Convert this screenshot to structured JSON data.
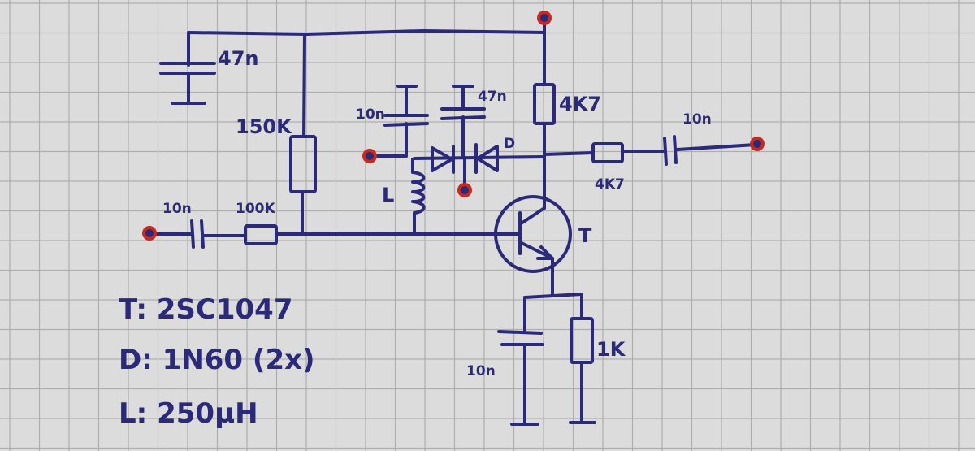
{
  "colors": {
    "paper": "#dcdcdc",
    "grid": "#aeaeae",
    "ink": "#2b2a7a",
    "node": "#c8281e"
  },
  "labels": {
    "c_top": "47n",
    "r_150k": "150K",
    "c_in": "10n",
    "r_100k": "100K",
    "c_mid": "10n",
    "c_47n": "47n",
    "r_4k7_top": "4K7",
    "c_out": "10n",
    "diode": "D",
    "r_4k7_out": "4K7",
    "inductor": "L",
    "transistor": "T",
    "r_1k": "1K",
    "c_emitter": "10n"
  },
  "legend": {
    "transistor": "T: 2SC1047",
    "diode": "D: 1N60 (2x)",
    "inductor": "L: 250µH"
  }
}
